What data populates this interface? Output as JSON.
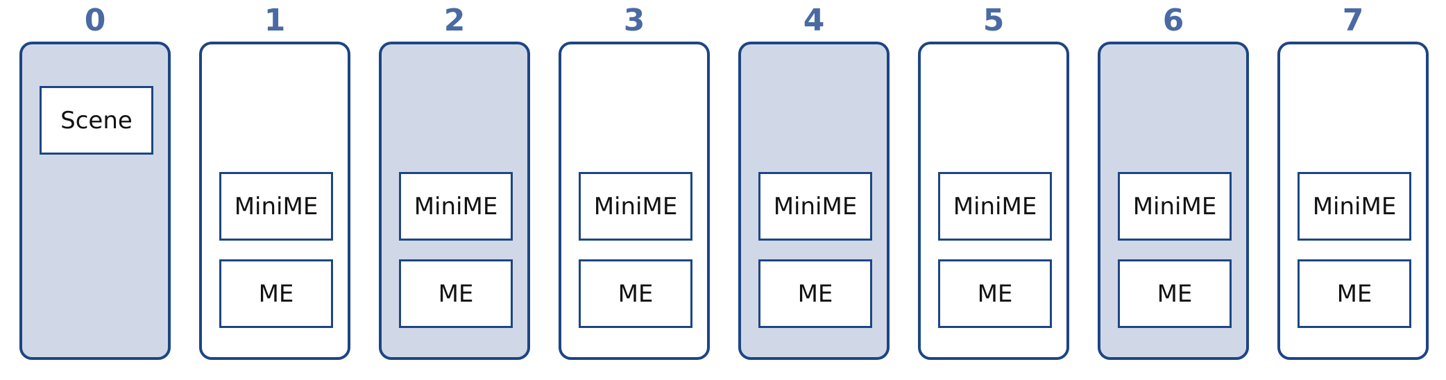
{
  "colors": {
    "index_text": "#4a6aa3",
    "border": "#1d4585",
    "shaded_fill": "#d0d8e7",
    "plain_fill": "#ffffff"
  },
  "columns": [
    {
      "index": "0",
      "shaded": true,
      "boxes": [
        "Scene"
      ]
    },
    {
      "index": "1",
      "shaded": false,
      "boxes": [
        "MiniME",
        "ME"
      ]
    },
    {
      "index": "2",
      "shaded": true,
      "boxes": [
        "MiniME",
        "ME"
      ]
    },
    {
      "index": "3",
      "shaded": false,
      "boxes": [
        "MiniME",
        "ME"
      ]
    },
    {
      "index": "4",
      "shaded": true,
      "boxes": [
        "MiniME",
        "ME"
      ]
    },
    {
      "index": "5",
      "shaded": false,
      "boxes": [
        "MiniME",
        "ME"
      ]
    },
    {
      "index": "6",
      "shaded": true,
      "boxes": [
        "MiniME",
        "ME"
      ]
    },
    {
      "index": "7",
      "shaded": false,
      "boxes": [
        "MiniME",
        "ME"
      ]
    }
  ]
}
